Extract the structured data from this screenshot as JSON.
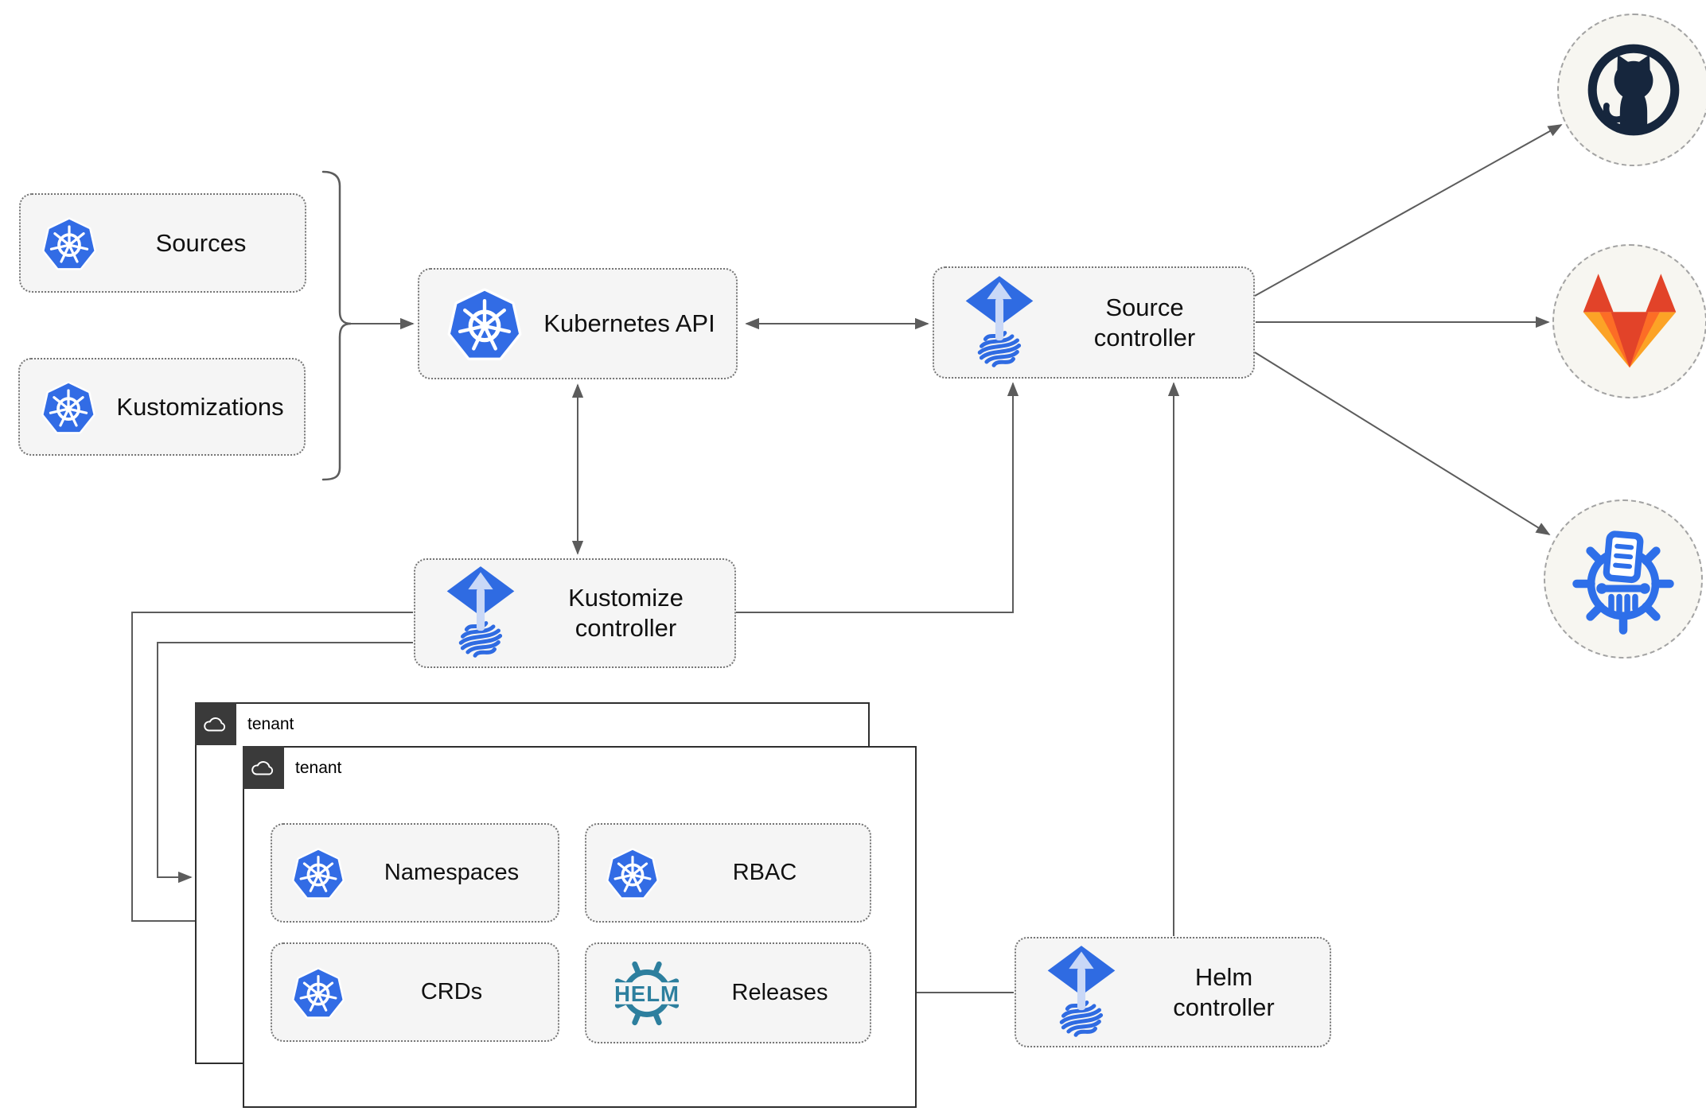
{
  "diagram": {
    "nodes": {
      "sources": {
        "label": "Sources",
        "icon": "kubernetes-icon"
      },
      "kustomizations": {
        "label": "Kustomizations",
        "icon": "kubernetes-icon"
      },
      "kubernetes_api": {
        "label": "Kubernetes API",
        "icon": "kubernetes-icon"
      },
      "source_controller": {
        "label": "Source\ncontroller",
        "icon": "flux-icon"
      },
      "kustomize_controller": {
        "label": "Kustomize\ncontroller",
        "icon": "flux-icon"
      },
      "helm_controller": {
        "label": "Helm\ncontroller",
        "icon": "flux-icon"
      },
      "namespaces": {
        "label": "Namespaces",
        "icon": "kubernetes-icon"
      },
      "rbac": {
        "label": "RBAC",
        "icon": "kubernetes-icon"
      },
      "crds": {
        "label": "CRDs",
        "icon": "kubernetes-icon"
      },
      "releases": {
        "label": "Releases",
        "icon": "helm-wheel-icon"
      }
    },
    "containers": {
      "tenant_back": {
        "label": "tenant",
        "icon": "cloud-icon"
      },
      "tenant_front": {
        "label": "tenant",
        "icon": "cloud-icon"
      }
    },
    "external_targets": [
      {
        "name": "github",
        "icon": "github-octocat-icon"
      },
      {
        "name": "gitlab",
        "icon": "gitlab-tanuki-icon"
      },
      {
        "name": "chart-repository",
        "icon": "chart-museum-icon"
      }
    ],
    "icons": {
      "helm_text": "HELM"
    },
    "colors": {
      "kubernetes_blue": "#326ce5",
      "flux_blue": "#2f6be2",
      "flux_arrow_light": "#c9d8f7",
      "helm_teal": "#2d7f9e",
      "github_dark": "#16263d",
      "gitlab_red": "#e24329",
      "gitlab_orange": "#fc6d26",
      "gitlab_amber": "#fca326",
      "chartmuseum_blue": "#2e6fe9",
      "connector_gray": "#5c5c5c",
      "node_fill": "#f5f5f5",
      "tenant_header_gray": "#3a3a3a"
    }
  }
}
